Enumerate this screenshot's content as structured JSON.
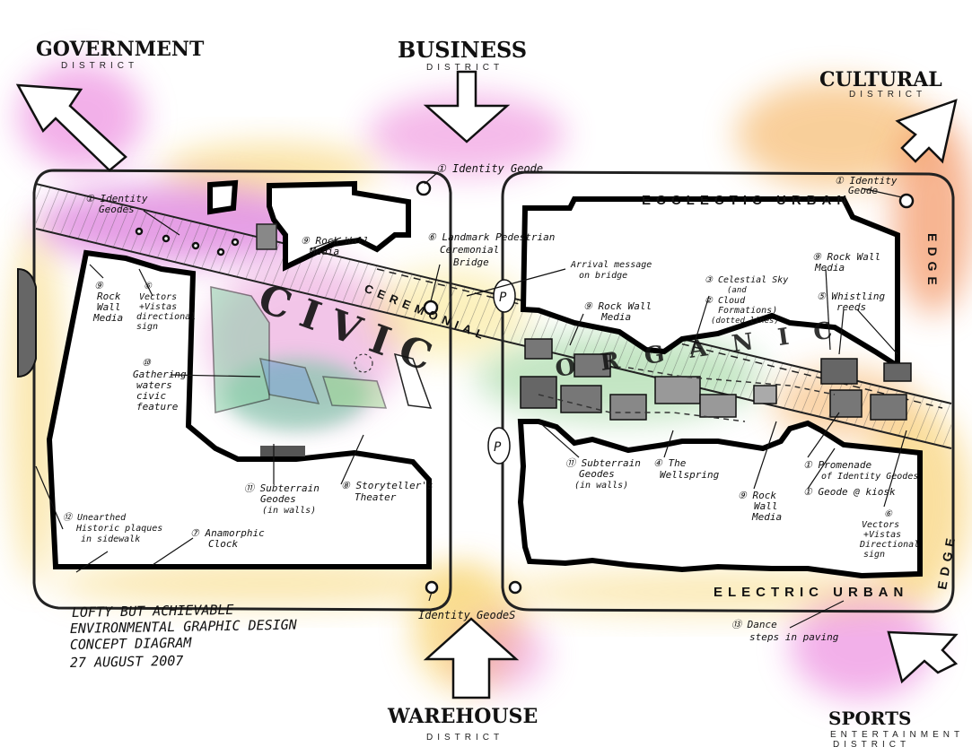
{
  "districts": {
    "government": {
      "name": "GOVERNMENT",
      "sub": "DISTRICT"
    },
    "business": {
      "name": "BUSINESS",
      "sub": "DISTRICT"
    },
    "cultural": {
      "name": "CULTURAL",
      "sub": "DISTRICT"
    },
    "warehouse": {
      "name": "WAREHOUSE",
      "sub": "DISTRICT"
    },
    "sports": {
      "name": "SPORTS",
      "sub": "ENTERTAINMENT",
      "sub2": "DISTRICT"
    }
  },
  "edges": {
    "top": "ECCLECTIC URBAN",
    "right_top": "EDGE",
    "bottom": "ELECTRIC URBAN",
    "right_bottom": "EDGE"
  },
  "axis": {
    "civic": "CIVIC",
    "ceremonial": "CEREMONIAL",
    "organic": "ORGANIC"
  },
  "title_block": {
    "line1": "LOFTY BUT ACHIEVABLE",
    "line2": "ENVIRONMENTAL GRAPHIC DESIGN",
    "line3": "CONCEPT DIAGRAM",
    "date": "27 AUGUST 2007"
  },
  "annotations": {
    "identity_geode_top": "① Identity Geode",
    "identity_geodes_tl_1": "① Identity",
    "identity_geodes_tl_2": "Geodes",
    "rock_wall_top_1": "⑨ Rock Wall",
    "rock_wall_top_2": "Media",
    "landmark_1": "⑥ Landmark Pedestrian",
    "landmark_2": "Ceremonial",
    "landmark_3": "Bridge",
    "rock_wall_left_1": "⑨",
    "rock_wall_left_2": "Rock",
    "rock_wall_left_3": "Wall",
    "rock_wall_left_4": "Media",
    "vectors_left_1": "⑥",
    "vectors_left_2": "Vectors",
    "vectors_left_3": "+Vistas",
    "vectors_left_4": "directional",
    "vectors_left_5": "sign",
    "gathering_1": "⑩",
    "gathering_2": "Gathering",
    "gathering_3": "waters",
    "gathering_4": "civic",
    "gathering_5": "feature",
    "subterrain_left_1": "⑪ Subterrain",
    "subterrain_left_2": "Geodes",
    "subterrain_left_3": "(in walls)",
    "storyteller_1": "⑧ Storyteller's",
    "storyteller_2": "Theater",
    "unearthed_1": "⑫ Unearthed",
    "unearthed_2": "Historic plaques",
    "unearthed_3": "in sidewalk",
    "anamorphic_1": "⑦ Anamorphic",
    "anamorphic_2": "Clock",
    "identity_geodes_bottom": "Identity GeodeS",
    "arrival_1": "Arrival message",
    "arrival_2": "on bridge",
    "rock_wall_center_1": "⑨ Rock Wall",
    "rock_wall_center_2": "Media",
    "celestial_1": "③ Celestial Sky",
    "celestial_2": "(and",
    "celestial_3": "② Cloud",
    "celestial_4": "Formations)",
    "celestial_5": "(dotted lines)",
    "rock_wall_right_1": "⑨ Rock Wall",
    "rock_wall_right_2": "Media",
    "whistling_1": "⑤ Whistling",
    "whistling_2": "reeds",
    "identity_geode_right_1": "① Identity",
    "identity_geode_right_2": "Geode",
    "subterrain_right_1": "⑪ Subterrain",
    "subterrain_right_2": "Geodes",
    "subterrain_right_3": "(in walls)",
    "wellspring_1": "④ The",
    "wellspring_2": "Wellspring",
    "rock_wall_br_1": "⑨ Rock",
    "rock_wall_br_2": "Wall",
    "rock_wall_br_3": "Media",
    "promenade_1": "① Promenade",
    "promenade_2": "of Identity Geodes",
    "geode_kiosk": "① Geode @ kiosk",
    "vectors_right_1": "⑥",
    "vectors_right_2": "Vectors",
    "vectors_right_3": "+Vistas",
    "vectors_right_4": "Directional",
    "vectors_right_5": "sign",
    "dance_1": "⑬ Dance",
    "dance_2": "steps in paving",
    "p_top": "P",
    "p_bottom": "P"
  },
  "colors": {
    "magenta": "#e040c8",
    "yellow": "#f8d040",
    "orange": "#f08838",
    "green": "#78c880",
    "ink": "#111111"
  }
}
